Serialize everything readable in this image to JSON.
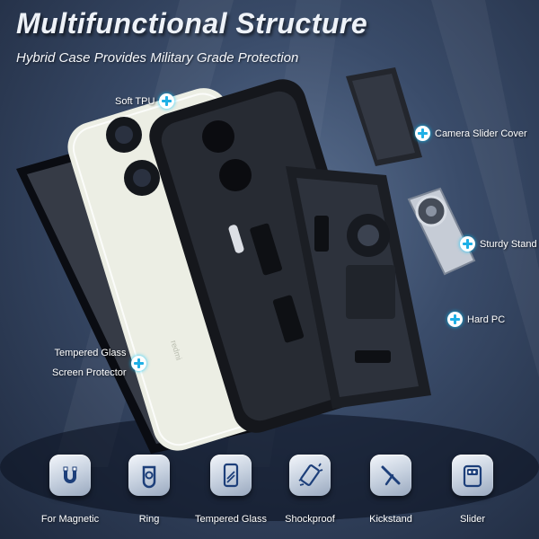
{
  "header": {
    "title": "Multifunctional Structure",
    "subtitle": "Hybrid Case Provides Military Grade Protection"
  },
  "callouts": {
    "soft_tpu": "Soft TPU",
    "camera_slider_cover": "Camera Slider Cover",
    "sturdy_stand": "Sturdy Stand",
    "hard_pc": "Hard PC",
    "tempered_glass_line1": "Tempered Glass",
    "tempered_glass_line2": "Screen Protector"
  },
  "features": [
    {
      "label": "For Magnetic",
      "icon": "magnet-icon"
    },
    {
      "label": "Ring",
      "icon": "ring-icon"
    },
    {
      "label": "Tempered Glass",
      "icon": "tempered-glass-icon"
    },
    {
      "label": "Shockproof",
      "icon": "shockproof-icon"
    },
    {
      "label": "Kickstand",
      "icon": "kickstand-icon"
    },
    {
      "label": "Slider",
      "icon": "slider-icon"
    }
  ],
  "colors": {
    "accent": "#1fb0e6",
    "background": "#3a4c6a",
    "phone_body": "#eef1e6"
  }
}
